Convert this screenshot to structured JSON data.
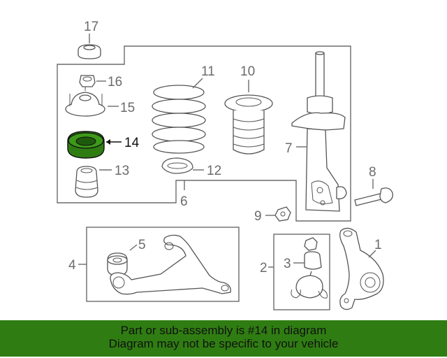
{
  "diagram": {
    "callouts": {
      "n1": "1",
      "n2": "2",
      "n3": "3",
      "n4": "4",
      "n5": "5",
      "n6": "6",
      "n7": "7",
      "n8": "8",
      "n9": "9",
      "n10": "10",
      "n11": "11",
      "n12": "12",
      "n13": "13",
      "n14": "14",
      "n15": "15",
      "n16": "16",
      "n17": "17"
    },
    "highlighted_part": "14",
    "highlight_color": "#2f7d12"
  },
  "banner": {
    "line1": "Part or sub-assembly is #14 in diagram",
    "line2": "Diagram may not be specific to your vehicle",
    "background": "#2f7d12"
  }
}
